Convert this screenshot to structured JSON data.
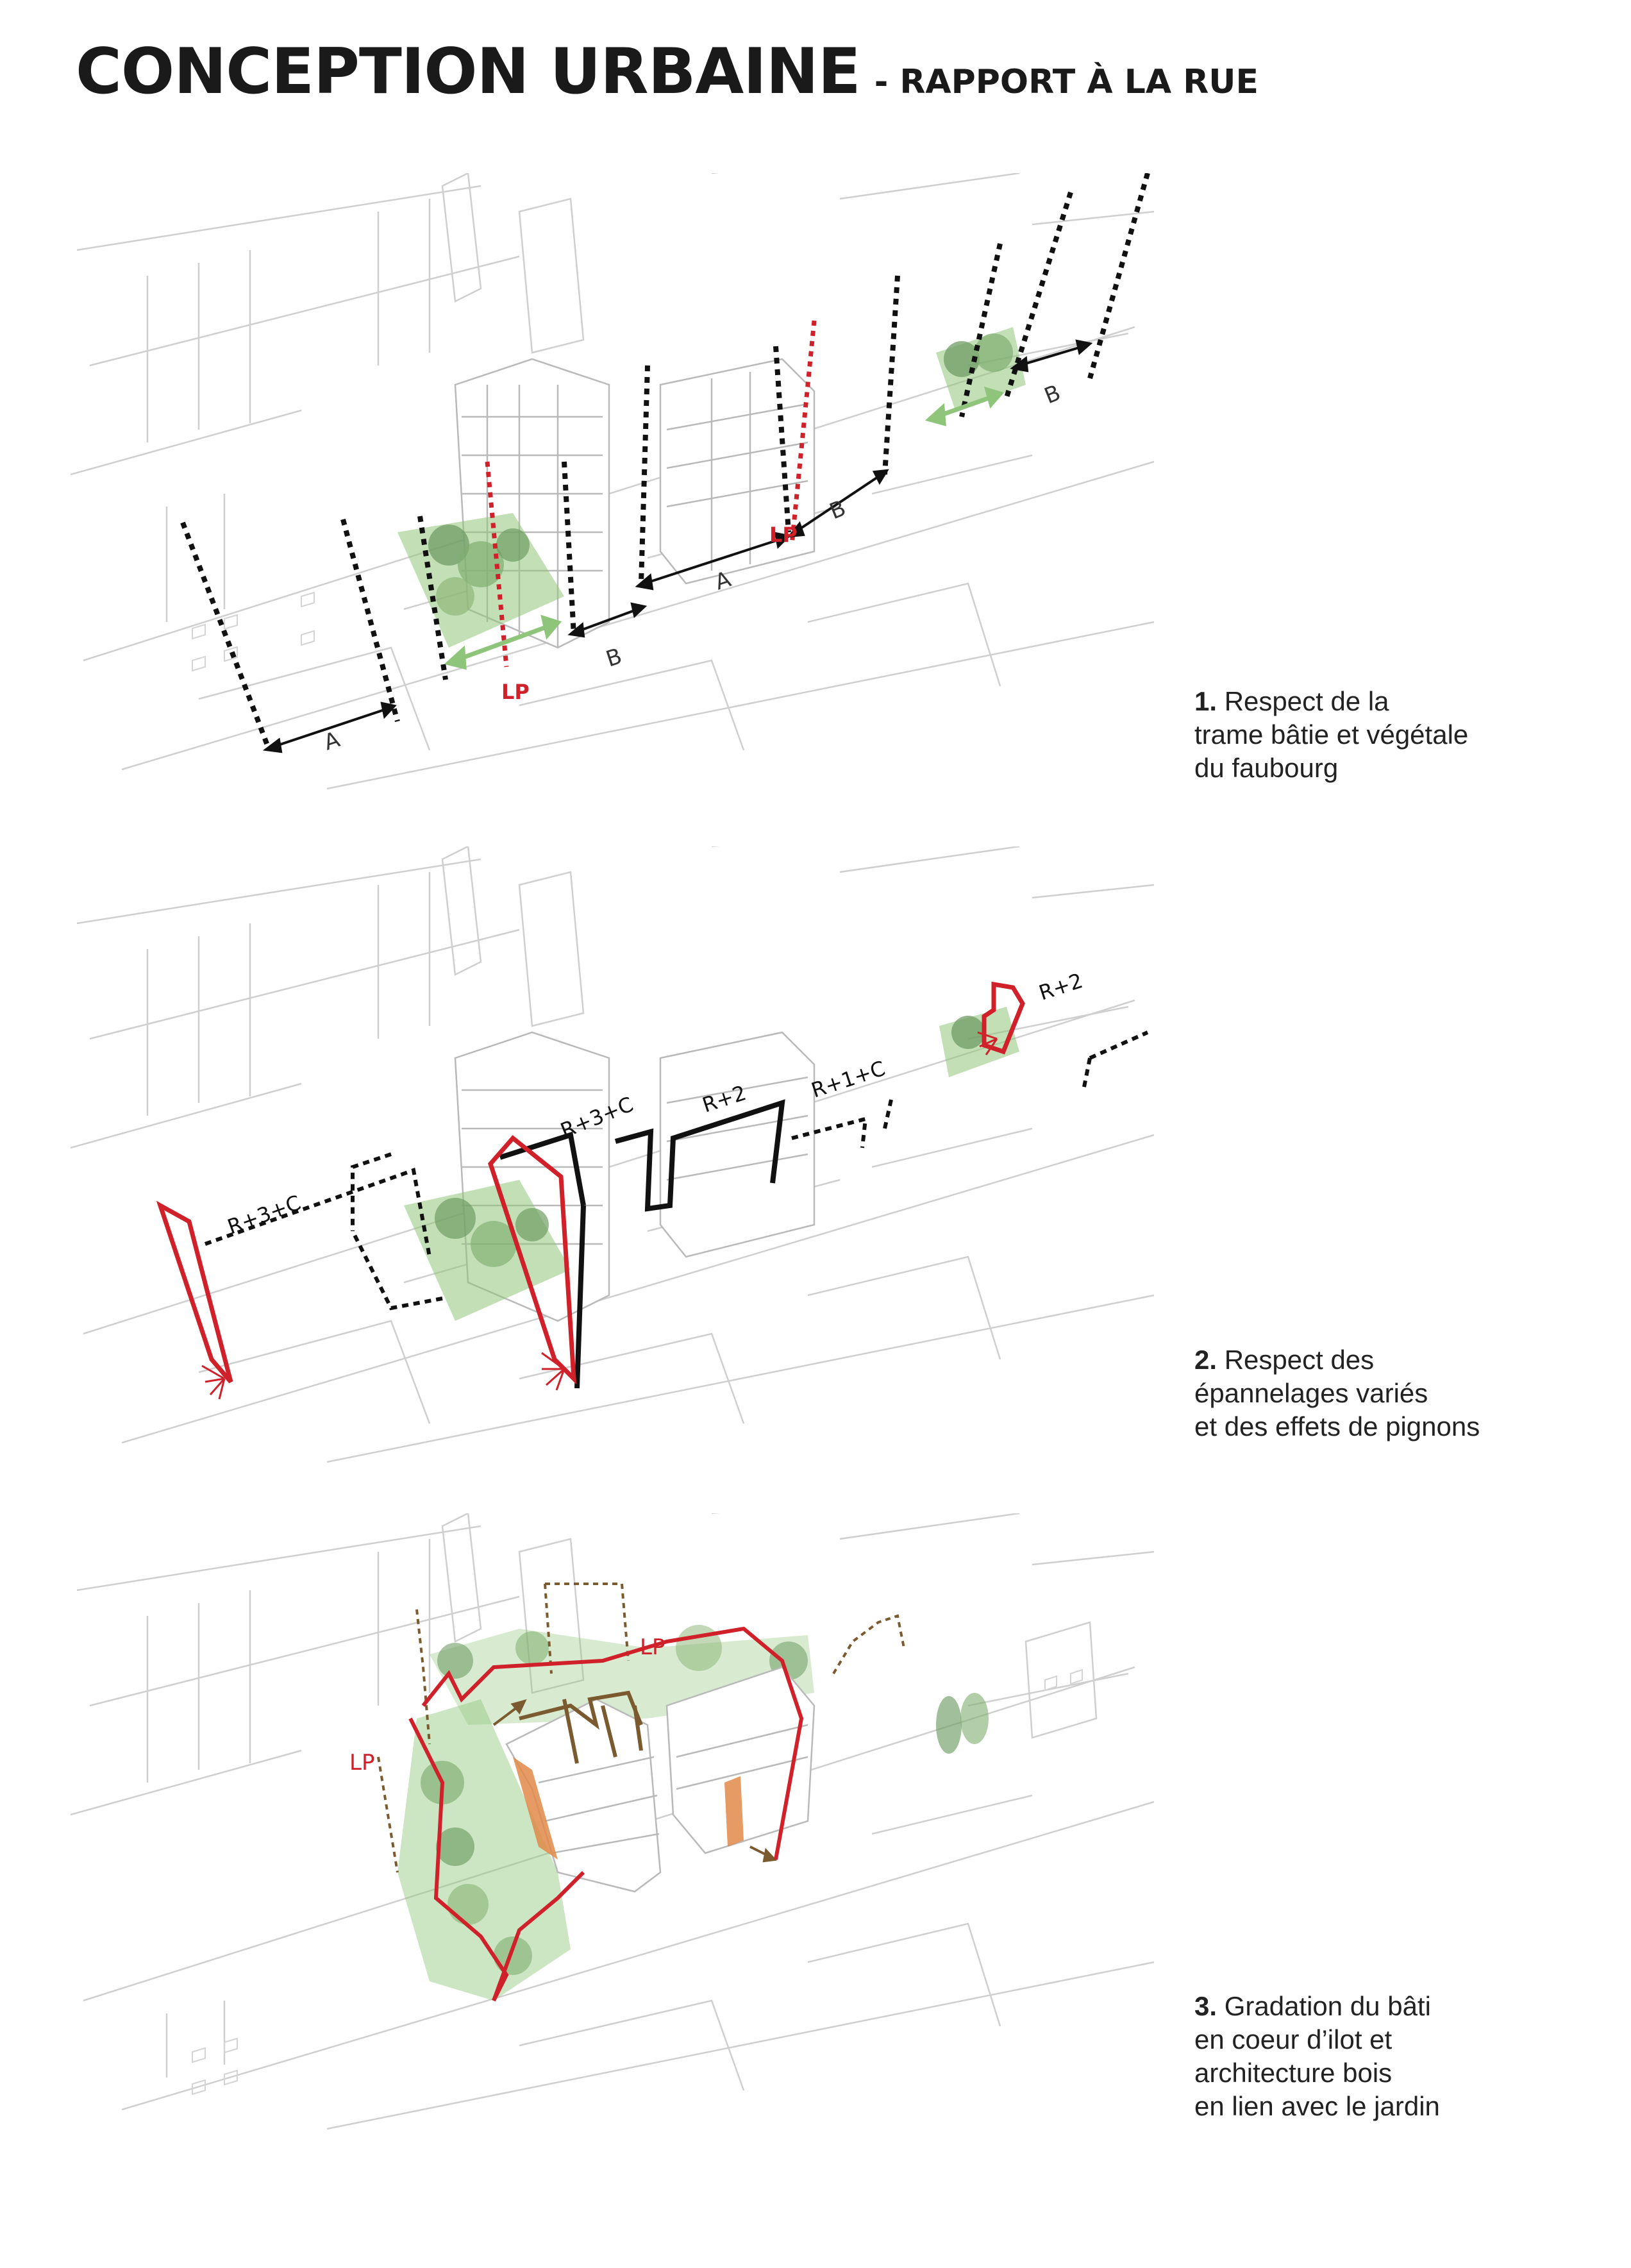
{
  "header": {
    "title": "CONCEPTION URBAINE",
    "subtitle": "- RAPPORT À LA RUE"
  },
  "panels": [
    {
      "caption_number": "1.",
      "caption_lines": [
        "Respect de la",
        "trame bâtie et végétale",
        "du faubourg"
      ],
      "labels": {
        "a1": "A",
        "a2": "A",
        "b1": "B",
        "b2": "B",
        "b3": "B",
        "lp1": "LP",
        "lp2": "LP"
      }
    },
    {
      "caption_number": "2.",
      "caption_lines": [
        "Respect des",
        "épannelages variés",
        "et des effets de pignons"
      ],
      "labels": {
        "h1": "R+3+C",
        "h2": "R+3+C",
        "h3": "R+2",
        "h4": "R+1+C",
        "h5": "R+2"
      }
    },
    {
      "caption_number": "3.",
      "caption_lines": [
        "Gradation du bâti",
        "en coeur d’ilot et",
        "architecture bois",
        "en lien avec le jardin"
      ],
      "labels": {
        "lp1": "LP",
        "lp2": "LP"
      }
    }
  ],
  "colors": {
    "red": "#d0202a",
    "black": "#111111",
    "green": "#8fc57a",
    "tree": "#6f9c64",
    "wood": "#e08a48",
    "brown": "#7a5a2e",
    "base_line": "#c8c8c8"
  }
}
